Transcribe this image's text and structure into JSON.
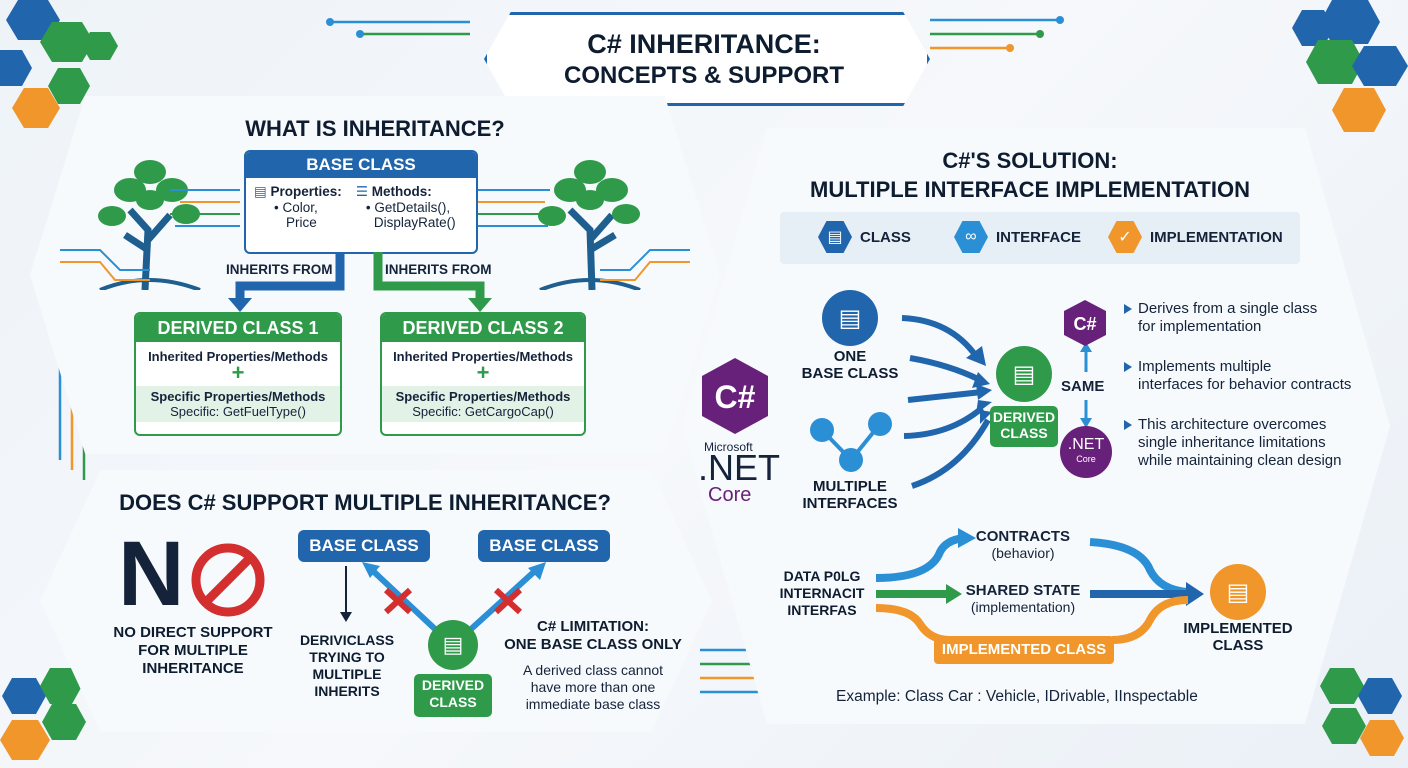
{
  "title": {
    "line1": "C# INHERITANCE:",
    "line2": "CONCEPTS & SUPPORT"
  },
  "what_is": {
    "heading": "WHAT IS INHERITANCE?",
    "base_class": {
      "label": "BASE CLASS",
      "properties_label": "Properties:",
      "properties_values": [
        "Color,",
        "Price"
      ],
      "methods_label": "Methods:",
      "methods_values": [
        "GetDetails(),",
        "DisplayRate()"
      ]
    },
    "inherits_from_left": "INHERITS FROM",
    "inherits_from_right": "INHERITS FROM",
    "derived1": {
      "label": "DERIVED CLASS 1",
      "inherited": "Inherited Properties/Methods",
      "plus": "+",
      "specific": "Specific Properties/Methods",
      "specific_value": "Specific: GetFuelType()"
    },
    "derived2": {
      "label": "DERIVED CLASS 2",
      "inherited": "Inherited Properties/Methods",
      "plus": "+",
      "specific": "Specific Properties/Methods",
      "specific_value": "Specific: GetCargoCap()"
    }
  },
  "multiple": {
    "heading": "DOES C# SUPPORT MULTIPLE INHERITANCE?",
    "no_big": "N",
    "no_text": [
      "NO DIRECT SUPPORT",
      "FOR MULTIPLE",
      "INHERITANCE"
    ],
    "base_left": "BASE CLASS",
    "base_right": "BASE CLASS",
    "trying_text": [
      "DERIVICLASS",
      "TRYING TO",
      "MULTIPLE",
      "INHERITS"
    ],
    "derived_label": [
      "DERIVED",
      "CLASS"
    ],
    "limitation_title": [
      "C# LIMITATION:",
      "ONE BASE CLASS ONLY"
    ],
    "limitation_text": [
      "A derived class cannot",
      "have more than one",
      "immediate base class"
    ]
  },
  "solution": {
    "heading_line1": "C#'S SOLUTION:",
    "heading_line2": "MULTIPLE INTERFACE IMPLEMENTATION",
    "legend": [
      {
        "label": "CLASS",
        "icon": "document-icon",
        "color": "#2166ad"
      },
      {
        "label": "INTERFACE",
        "icon": "link-icon",
        "color": "#2b8fd6"
      },
      {
        "label": "IMPLEMENTATION",
        "icon": "checklist-icon",
        "color": "#f0962a"
      }
    ],
    "net_logo": {
      "microsoft": "Microsoft",
      "net": ".NET",
      "core": "Core",
      "csharp": "C#"
    },
    "one_base": [
      "ONE",
      "BASE CLASS"
    ],
    "multiple_interfaces": [
      "MULTIPLE",
      "INTERFACES"
    ],
    "derived_class": [
      "DERIVED",
      "CLASS"
    ],
    "same": "SAME",
    "net_badge": {
      "net": ".NET",
      "core": "Core"
    },
    "csharp_badge": "C#",
    "bullets": [
      [
        "Derives from a single class",
        "for implementation"
      ],
      [
        "Implements multiple",
        "interfaces for behavior contracts"
      ],
      [
        "This architecture overcomes",
        "single inheritance limitations",
        "while maintaining clean design"
      ]
    ],
    "flow": {
      "left_text": [
        "DATA P0LG",
        "INTERNACIT",
        "INTERFAS"
      ],
      "contracts": "CONTRACTS",
      "contracts_sub": "(behavior)",
      "shared": "SHARED STATE",
      "shared_sub": "(implementation)",
      "implemented_bar": "IMPLEMENTED CLASS",
      "implemented_class": [
        "IMPLEMENTED",
        "CLASS"
      ]
    },
    "example": "Example: Class Car : Vehicle, IDrivable, IInspectable"
  },
  "colors": {
    "blue": "#2166ad",
    "green": "#2f9a4a",
    "orange": "#f0962a",
    "red": "#d32f2f",
    "purple": "#68217a"
  }
}
